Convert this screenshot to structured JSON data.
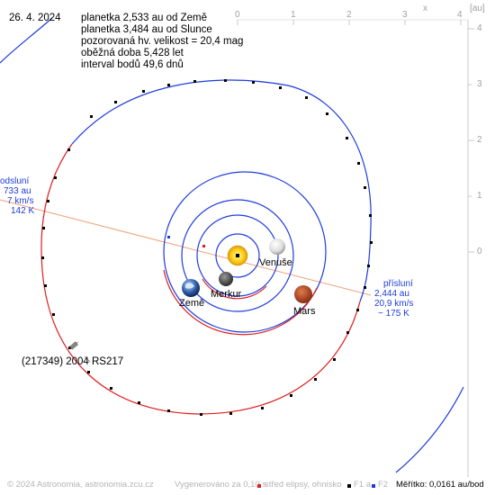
{
  "date": "26. 4. 2024",
  "info": {
    "line1": "planetka 2,533 au od Země",
    "line2": "planetka 3,484 au od Slunce",
    "line3": "pozorovaná hv. velikost = 20,4 mag",
    "line4": "oběžná doba 5,428 let",
    "line5": "interval bodů 49,6 dnů"
  },
  "aphelion": {
    "line1": "odsluní",
    "line2": "733 au",
    "line3": "7 km/s",
    "line4": "142 K"
  },
  "perihelion": {
    "line1": "přísluní",
    "line2": "2,444 au",
    "line3": "20,9 km/s",
    "line4": "~ 175 K"
  },
  "planets": {
    "venus": "Venuše",
    "mercury": "Merkur",
    "earth": "Země",
    "mars": "Mars"
  },
  "asteroid_name": "(217349) 2004 RS217",
  "axis": {
    "unit": "[au]",
    "x_label": "x",
    "top_ticks": [
      "0",
      "1",
      "2",
      "3",
      "4"
    ],
    "right_ticks": [
      "4",
      "3",
      "2",
      "1",
      "0"
    ]
  },
  "footer": {
    "copyright": "© 2024 Astronomia, astronomia.zcu.cz",
    "generated": "Vygenerováno za 0,10 s",
    "center_legend": "střed elipsy, ohnisko",
    "f1": "F1 a",
    "f2": "F2",
    "scale": "Měřítko: 0,0161 au/bod"
  },
  "colors": {
    "orbit_blue": "#1e3cdc",
    "orbit_red": "#dc1e1e",
    "apse_line": "#f0a078",
    "axis_gray": "#a0a0a0"
  }
}
